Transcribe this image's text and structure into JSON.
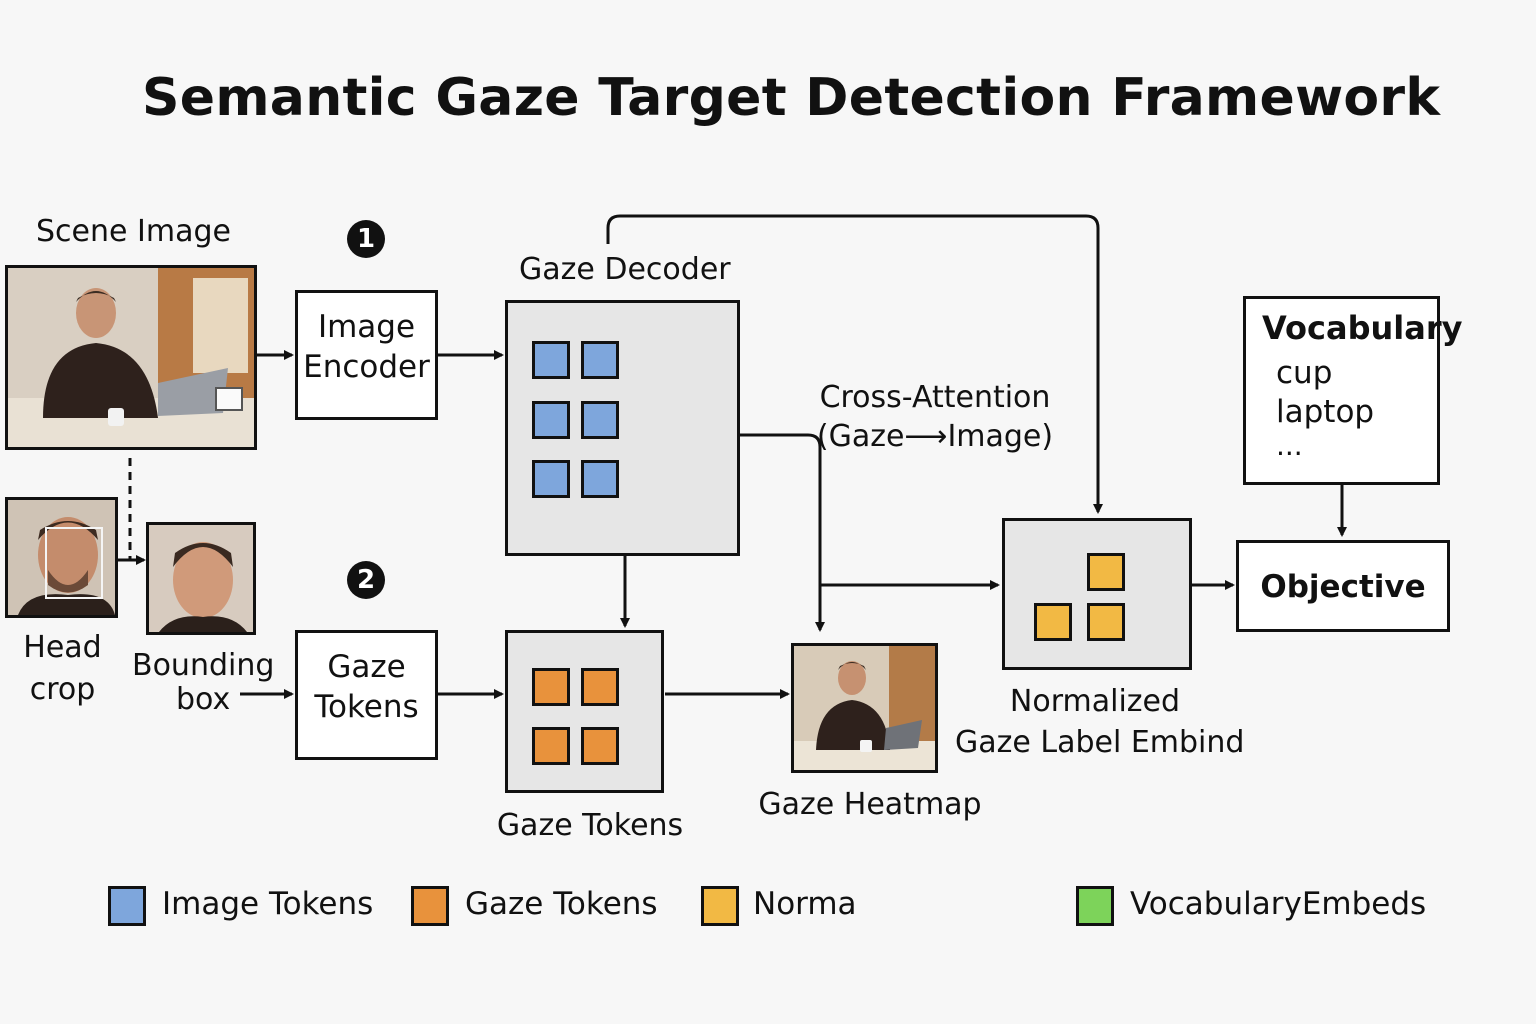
{
  "title": "Semantic Gaze Target Detection Framework",
  "scene_image_label": "Scene Image",
  "step1": "1",
  "step2": "2",
  "image_encoder": [
    "Image",
    "Encoder"
  ],
  "gaze_decoder_label": "Gaze Decoder",
  "cross_attention": [
    "Cross-Attention",
    "(Gaze⟶Image)"
  ],
  "vocabulary": {
    "title": "Vocabulary",
    "items": [
      "cup",
      "laptop",
      "..."
    ]
  },
  "objective": "Objective",
  "head_crop": [
    "Head",
    "crop"
  ],
  "bounding_box": [
    "Bounding",
    "box"
  ],
  "gaze_tokens_box": [
    "Gaze",
    "Tokens"
  ],
  "gaze_tokens_label": "Gaze Tokens",
  "gaze_heatmap_label": "Gaze Heatmap",
  "normalized_label": [
    "Normalized",
    "Gaze Label Embind"
  ],
  "legend": [
    {
      "label": "Image Tokens",
      "color": "#7ea6dc"
    },
    {
      "label": "Gaze Tokens",
      "color": "#e8923c"
    },
    {
      "label": "Norma",
      "color": "#f2b944"
    },
    {
      "label": "VocabularyEmbeds",
      "color": "#7dd35a"
    }
  ]
}
